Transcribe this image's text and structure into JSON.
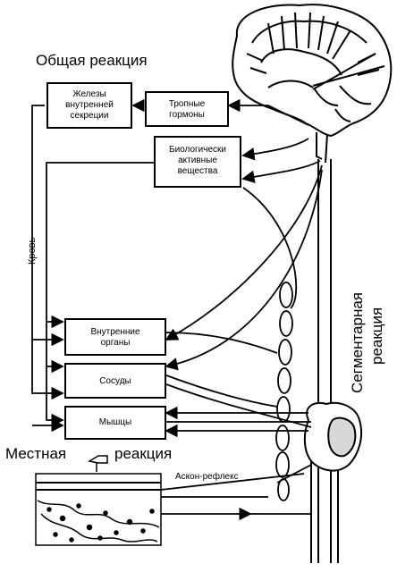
{
  "labels": {
    "general_reaction": "Общая реакция",
    "local_reaction_word1": "Местная",
    "local_reaction_word2": "реакция",
    "segmental_reaction_line1": "Сегментарная",
    "segmental_reaction_line2": "реакция",
    "blood": "Кровь",
    "axon_reflex": "Аскон-рефлекс"
  },
  "boxes": {
    "endocrine_glands": "Железы\nвнутренней\nсекреции",
    "tropic_hormones": "Тропные\nгормоны",
    "bioactive_substances": "Биологически\nактивные\nвещества",
    "internal_organs": "Внутренние\nорганы",
    "vessels": "Сосуды",
    "muscles": "Мышцы"
  },
  "colors": {
    "ink": "#000000",
    "background": "#ffffff"
  }
}
